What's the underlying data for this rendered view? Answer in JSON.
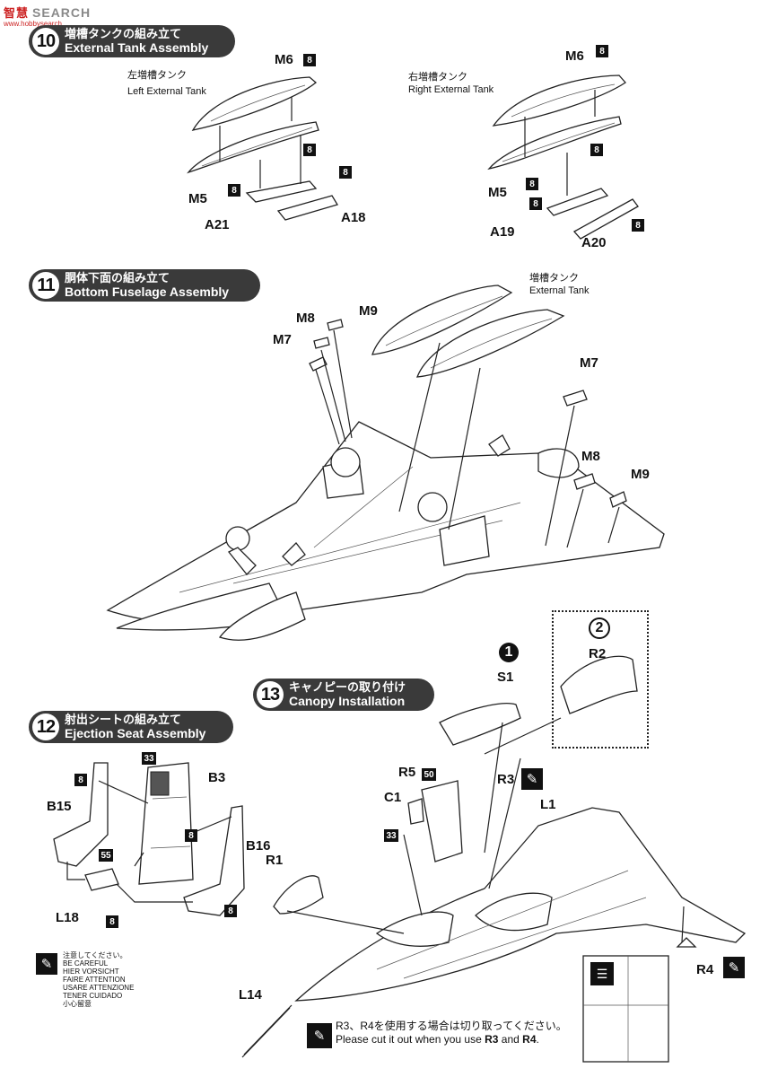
{
  "watermark": {
    "mark": "智慧",
    "text": "SEARCH",
    "sub": "www.hobbysearch"
  },
  "steps": [
    {
      "num": "10",
      "jp": "増槽タンクの組み立て",
      "en": "External Tank Assembly"
    },
    {
      "num": "11",
      "jp": "胴体下面の組み立て",
      "en": "Bottom Fuselage Assembly"
    },
    {
      "num": "12",
      "jp": "射出シートの組み立て",
      "en": "Ejection Seat Assembly"
    },
    {
      "num": "13",
      "jp": "キャノピーの取り付け",
      "en": "Canopy Installation"
    }
  ],
  "step10": {
    "left": {
      "jp": "左増槽タンク",
      "en": "Left External Tank",
      "parts": [
        "M6",
        "M5",
        "A21",
        "A18"
      ]
    },
    "right": {
      "jp": "右増槽タンク",
      "en": "Right External Tank",
      "parts": [
        "M6",
        "M5",
        "A19",
        "A20"
      ]
    },
    "color_code": "8"
  },
  "step11": {
    "tank_jp": "増槽タンク",
    "tank_en": "External Tank",
    "parts": [
      "M8",
      "M9",
      "M7",
      "M7",
      "M8",
      "M9"
    ]
  },
  "step12": {
    "parts": [
      "B15",
      "B3",
      "B16",
      "L18"
    ],
    "color_codes": [
      "8",
      "33",
      "8",
      "55",
      "8",
      "8"
    ]
  },
  "step13": {
    "options": [
      "1",
      "2"
    ],
    "parts": [
      "S1",
      "R2",
      "R5",
      "C1",
      "R3",
      "L1",
      "R1",
      "R4",
      "L14"
    ],
    "color_codes": [
      "50",
      "33"
    ]
  },
  "caution": [
    "注意してください。",
    "BE CAREFUL",
    "HIER VORSICHT",
    "FAIRE ATTENTION",
    "USARE ATTENZIONE",
    "TENER CUIDADO",
    "小心留意"
  ],
  "cut_note": {
    "jp": "R3、R4を使用する場合は切り取ってください。",
    "en_prefix": "Please cut it out when you use ",
    "en_r3": "R3",
    "en_and": " and ",
    "en_r4": "R4",
    "en_suffix": "."
  },
  "icons": {
    "cut": "knife-cut-icon",
    "decal": "decal-stripes-icon"
  }
}
